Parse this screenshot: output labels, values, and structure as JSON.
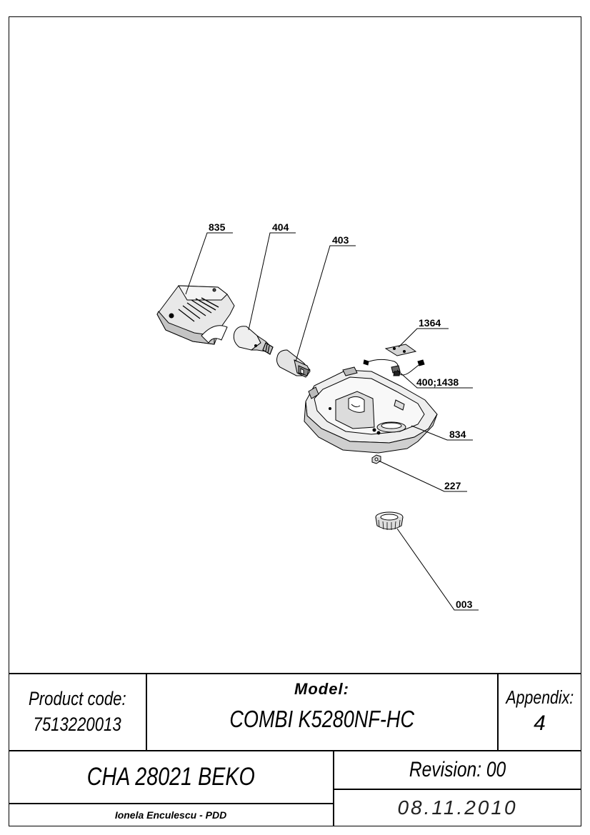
{
  "parts": [
    {
      "id": "part-835",
      "label": "835"
    },
    {
      "id": "part-404",
      "label": "404"
    },
    {
      "id": "part-403",
      "label": "403"
    },
    {
      "id": "part-1364",
      "label": "1364"
    },
    {
      "id": "part-400-1438",
      "label": "400;1438"
    },
    {
      "id": "part-834",
      "label": "834"
    },
    {
      "id": "part-227",
      "label": "227"
    },
    {
      "id": "part-003",
      "label": "003"
    }
  ],
  "title_block": {
    "product_code_label": "Product code:",
    "product_code": "7513220013",
    "model_label": "Model:",
    "model": "COMBI K5280NF-HC",
    "appendix_label": "Appendix:",
    "appendix": "4",
    "chassis": "CHA 28021 BEKO",
    "revision": "Revision: 00",
    "author": "Ionela Enculescu - PDD",
    "date": "08.11.2010"
  }
}
